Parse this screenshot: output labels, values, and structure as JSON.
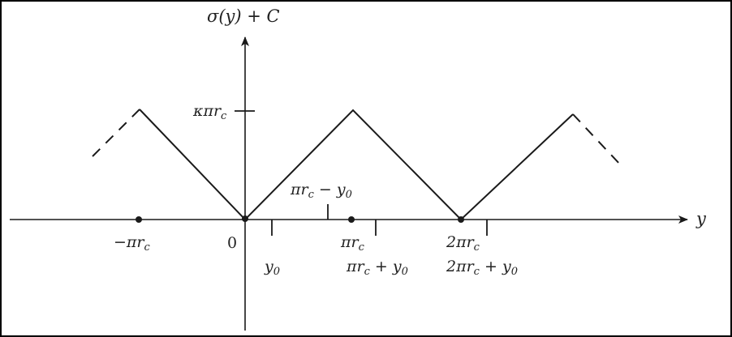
{
  "diagram": {
    "y_axis_label": "σ(y) + C",
    "x_axis_label": "y",
    "y_tick_label": "κπr_c",
    "labels": {
      "neg_pi_rc": "−πr",
      "zero": "0",
      "y0": "y",
      "pi_rc_minus_y0": "πr",
      "pi_rc": "πr",
      "pi_rc_plus_y0": "πr",
      "two_pi_rc": "2πr",
      "two_pi_rc_plus_y0": "2πr",
      "kappa_pi_rc": "κπr",
      "sub_c": "c",
      "sub_0": "0",
      "minus_y": " − y",
      "plus_y": " + y"
    },
    "colors": {
      "line": "#1a1a1a",
      "text": "#222222",
      "border": "#000000"
    }
  },
  "chart_data": {
    "type": "line",
    "title": "",
    "xlabel": "y",
    "ylabel": "σ(y) + C",
    "description": "Periodic triangular (zigzag) function of period 2πr_c with peaks κπr_c at odd multiples of πr_c and zeros at even multiples; dashed extensions beyond ±.",
    "x_ticks": [
      "−πr_c",
      "0",
      "y_0",
      "πr_c − y_0",
      "πr_c",
      "πr_c + y_0",
      "2πr_c",
      "2πr_c + y_0"
    ],
    "y_ticks": [
      "κπr_c"
    ],
    "series": [
      {
        "name": "σ(y)+C (solid)",
        "x": [
          "−πr_c",
          "0",
          "πr_c",
          "2πr_c",
          "3πr_c"
        ],
        "y": [
          "κπr_c",
          "0",
          "κπr_c",
          "0",
          "κπr_c"
        ]
      },
      {
        "name": "continuation (dashed)",
        "segments": [
          [
            "left of −πr_c, decreasing"
          ],
          [
            "right of 3πr_c, decreasing"
          ]
        ]
      }
    ],
    "marked_points": [
      "−πr_c",
      "0",
      "πr_c",
      "2πr_c"
    ]
  }
}
